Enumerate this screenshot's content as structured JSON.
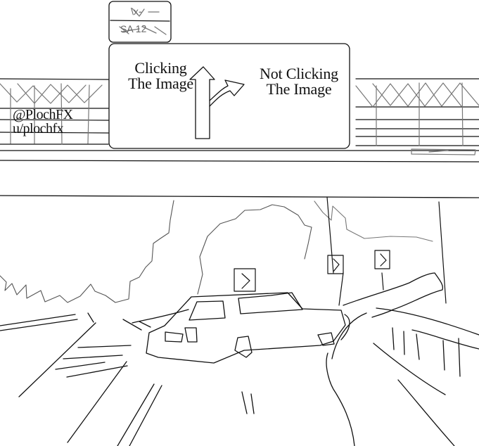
{
  "sign": {
    "top_plate": {
      "line1": "\\x-",
      "line2": "SA 12"
    },
    "left_label": {
      "line1": "Clicking",
      "line2": "The Image"
    },
    "right_label": {
      "line1": "Not Clicking",
      "line2": "The Image"
    }
  },
  "watermark": {
    "line1": "@PlochFX",
    "line2": "u/plochfx"
  },
  "colors": {
    "background": "#ffffff",
    "line": "#111111",
    "muted_line": "#777777"
  }
}
